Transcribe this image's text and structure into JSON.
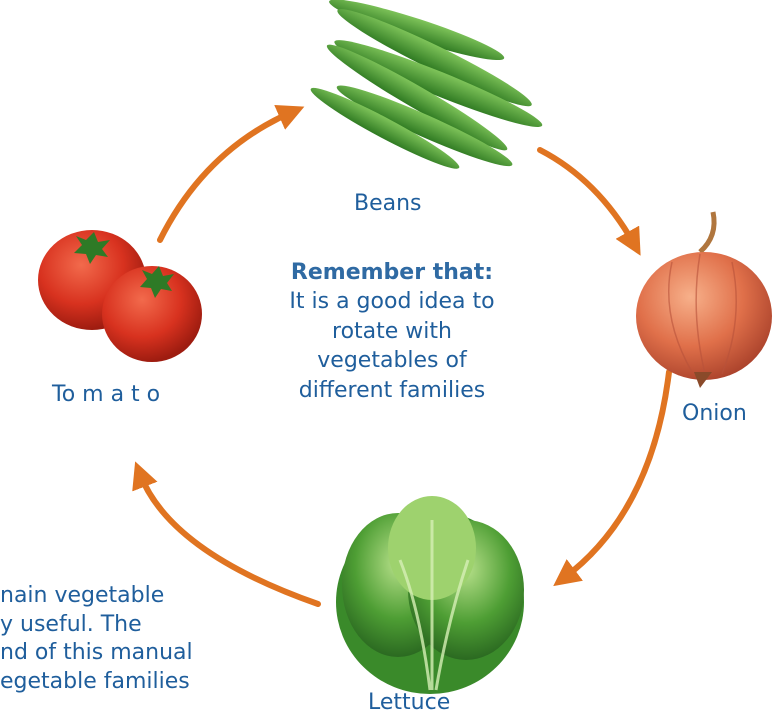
{
  "diagram": {
    "colors": {
      "arrow": "#e07421",
      "text": "#1f5e9c",
      "tomato": "#d8321f",
      "onion": "#d9603e",
      "beans": "#3a8a2a",
      "lettuce": "#3e8f2f"
    },
    "nodes": [
      {
        "id": "beans",
        "label": "Beans"
      },
      {
        "id": "onion",
        "label": "Onion"
      },
      {
        "id": "lettuce",
        "label": "Lettuce"
      },
      {
        "id": "tomato",
        "label": "To m a t o"
      }
    ],
    "center": {
      "heading": "Remember that:",
      "lines": [
        "It is a good idea to",
        "rotate with",
        "vegetables of",
        "different families"
      ]
    },
    "side_text_lines": [
      "nain vegetable",
      "y useful. The",
      "nd of this manual",
      "egetable families"
    ]
  }
}
